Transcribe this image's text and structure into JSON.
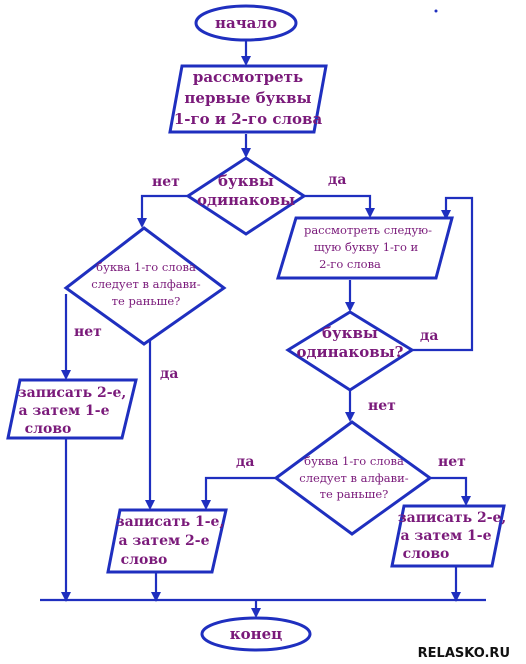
{
  "start": "начало",
  "end": "конец",
  "step1": [
    "рассмотреть",
    "первые буквы",
    "1-го и 2-го слова"
  ],
  "cond1": [
    "буквы",
    "одинаковы"
  ],
  "cond2": [
    "буква 1-го слова",
    "следует в алфави-",
    "те раньше?"
  ],
  "step_next": [
    "рассмотреть следую-",
    "щую букву 1-го и",
    "2-го слова"
  ],
  "cond3": [
    "буквы",
    "одинаковы?"
  ],
  "cond4": [
    "буква 1-го слова",
    "следует в алфави-",
    "те раньше?"
  ],
  "write_21_left": [
    "записать 2-е,",
    "а затем 1-е",
    "слово"
  ],
  "write_12": [
    "записать 1-е,",
    "а затем 2-е",
    "слово"
  ],
  "write_21_right": [
    "записать 2-е,",
    "а затем 1-е",
    "слово"
  ],
  "labels": {
    "c1_no": "нет",
    "c1_yes": "да",
    "c2_no": "нет",
    "c2_yes": "да",
    "c3_yes": "да",
    "c3_no": "нет",
    "c4_yes": "да",
    "c4_no": "нет"
  },
  "watermark": "RELASKO.RU"
}
